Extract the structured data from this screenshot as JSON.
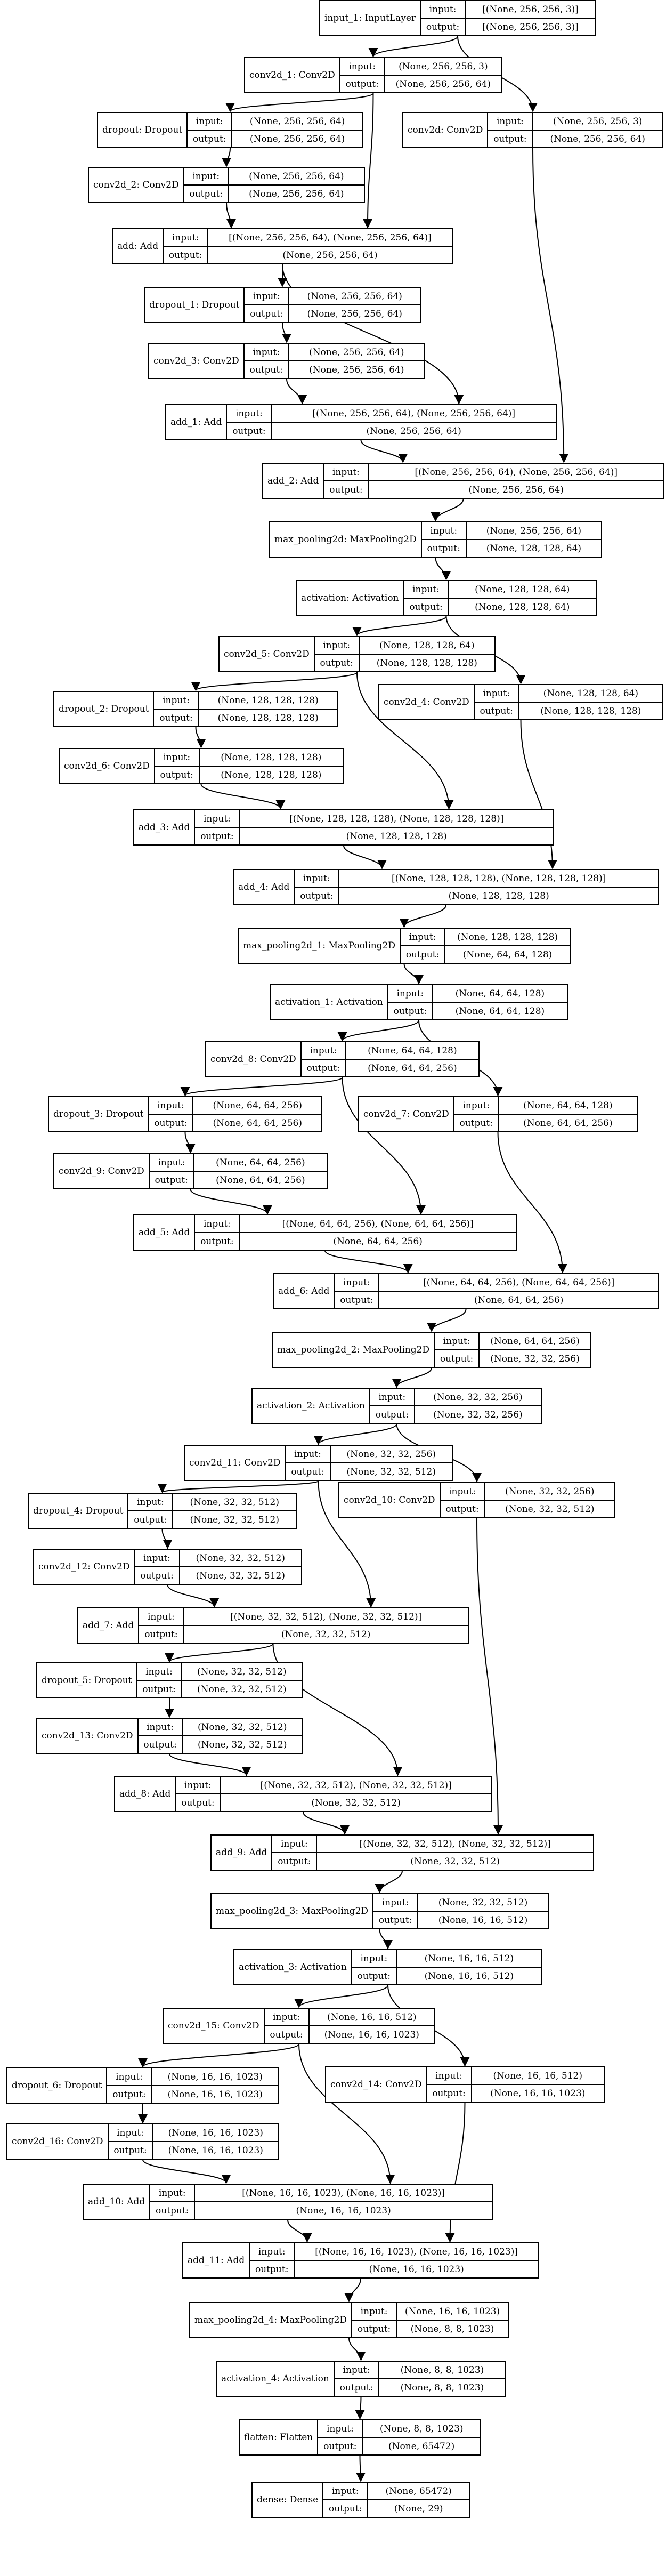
{
  "labels": {
    "input": "input:",
    "output": "output:"
  },
  "nodes": [
    {
      "id": "input_1",
      "name": "input_1: InputLayer",
      "input": "[(None, 256, 256, 3)]",
      "output": "[(None, 256, 256, 3)]"
    },
    {
      "id": "conv2d_1",
      "name": "conv2d_1: Conv2D",
      "input": "(None, 256, 256, 3)",
      "output": "(None, 256, 256, 64)"
    },
    {
      "id": "conv2d",
      "name": "conv2d: Conv2D",
      "input": "(None, 256, 256, 3)",
      "output": "(None, 256, 256, 64)"
    },
    {
      "id": "dropout",
      "name": "dropout: Dropout",
      "input": "(None, 256, 256, 64)",
      "output": "(None, 256, 256, 64)"
    },
    {
      "id": "conv2d_2",
      "name": "conv2d_2: Conv2D",
      "input": "(None, 256, 256, 64)",
      "output": "(None, 256, 256, 64)"
    },
    {
      "id": "add",
      "name": "add: Add",
      "input": "[(None, 256, 256, 64), (None, 256, 256, 64)]",
      "output": "(None, 256, 256, 64)"
    },
    {
      "id": "dropout_1",
      "name": "dropout_1: Dropout",
      "input": "(None, 256, 256, 64)",
      "output": "(None, 256, 256, 64)"
    },
    {
      "id": "conv2d_3",
      "name": "conv2d_3: Conv2D",
      "input": "(None, 256, 256, 64)",
      "output": "(None, 256, 256, 64)"
    },
    {
      "id": "add_1",
      "name": "add_1: Add",
      "input": "[(None, 256, 256, 64), (None, 256, 256, 64)]",
      "output": "(None, 256, 256, 64)"
    },
    {
      "id": "add_2",
      "name": "add_2: Add",
      "input": "[(None, 256, 256, 64), (None, 256, 256, 64)]",
      "output": "(None, 256, 256, 64)"
    },
    {
      "id": "max_pooling2d",
      "name": "max_pooling2d: MaxPooling2D",
      "input": "(None, 256, 256, 64)",
      "output": "(None, 128, 128, 64)"
    },
    {
      "id": "activation",
      "name": "activation: Activation",
      "input": "(None, 128, 128, 64)",
      "output": "(None, 128, 128, 64)"
    },
    {
      "id": "conv2d_5",
      "name": "conv2d_5: Conv2D",
      "input": "(None, 128, 128, 64)",
      "output": "(None, 128, 128, 128)"
    },
    {
      "id": "conv2d_4",
      "name": "conv2d_4: Conv2D",
      "input": "(None, 128, 128, 64)",
      "output": "(None, 128, 128, 128)"
    },
    {
      "id": "dropout_2",
      "name": "dropout_2: Dropout",
      "input": "(None, 128, 128, 128)",
      "output": "(None, 128, 128, 128)"
    },
    {
      "id": "conv2d_6",
      "name": "conv2d_6: Conv2D",
      "input": "(None, 128, 128, 128)",
      "output": "(None, 128, 128, 128)"
    },
    {
      "id": "add_3",
      "name": "add_3: Add",
      "input": "[(None, 128, 128, 128), (None, 128, 128, 128)]",
      "output": "(None, 128, 128, 128)"
    },
    {
      "id": "add_4",
      "name": "add_4: Add",
      "input": "[(None, 128, 128, 128), (None, 128, 128, 128)]",
      "output": "(None, 128, 128, 128)"
    },
    {
      "id": "max_pooling2d_1",
      "name": "max_pooling2d_1: MaxPooling2D",
      "input": "(None, 128, 128, 128)",
      "output": "(None, 64, 64, 128)"
    },
    {
      "id": "activation_1",
      "name": "activation_1: Activation",
      "input": "(None, 64, 64, 128)",
      "output": "(None, 64, 64, 128)"
    },
    {
      "id": "conv2d_8",
      "name": "conv2d_8: Conv2D",
      "input": "(None, 64, 64, 128)",
      "output": "(None, 64, 64, 256)"
    },
    {
      "id": "conv2d_7",
      "name": "conv2d_7: Conv2D",
      "input": "(None, 64, 64, 128)",
      "output": "(None, 64, 64, 256)"
    },
    {
      "id": "dropout_3",
      "name": "dropout_3: Dropout",
      "input": "(None, 64, 64, 256)",
      "output": "(None, 64, 64, 256)"
    },
    {
      "id": "conv2d_9",
      "name": "conv2d_9: Conv2D",
      "input": "(None, 64, 64, 256)",
      "output": "(None, 64, 64, 256)"
    },
    {
      "id": "add_5",
      "name": "add_5: Add",
      "input": "[(None, 64, 64, 256), (None, 64, 64, 256)]",
      "output": "(None, 64, 64, 256)"
    },
    {
      "id": "add_6",
      "name": "add_6: Add",
      "input": "[(None, 64, 64, 256), (None, 64, 64, 256)]",
      "output": "(None, 64, 64, 256)"
    },
    {
      "id": "max_pooling2d_2",
      "name": "max_pooling2d_2: MaxPooling2D",
      "input": "(None, 64, 64, 256)",
      "output": "(None, 32, 32, 256)"
    },
    {
      "id": "activation_2",
      "name": "activation_2: Activation",
      "input": "(None, 32, 32, 256)",
      "output": "(None, 32, 32, 256)"
    },
    {
      "id": "conv2d_11",
      "name": "conv2d_11: Conv2D",
      "input": "(None, 32, 32, 256)",
      "output": "(None, 32, 32, 512)"
    },
    {
      "id": "conv2d_10",
      "name": "conv2d_10: Conv2D",
      "input": "(None, 32, 32, 256)",
      "output": "(None, 32, 32, 512)"
    },
    {
      "id": "dropout_4",
      "name": "dropout_4: Dropout",
      "input": "(None, 32, 32, 512)",
      "output": "(None, 32, 32, 512)"
    },
    {
      "id": "conv2d_12",
      "name": "conv2d_12: Conv2D",
      "input": "(None, 32, 32, 512)",
      "output": "(None, 32, 32, 512)"
    },
    {
      "id": "add_7",
      "name": "add_7: Add",
      "input": "[(None, 32, 32, 512), (None, 32, 32, 512)]",
      "output": "(None, 32, 32, 512)"
    },
    {
      "id": "dropout_5",
      "name": "dropout_5: Dropout",
      "input": "(None, 32, 32, 512)",
      "output": "(None, 32, 32, 512)"
    },
    {
      "id": "conv2d_13",
      "name": "conv2d_13: Conv2D",
      "input": "(None, 32, 32, 512)",
      "output": "(None, 32, 32, 512)"
    },
    {
      "id": "add_8",
      "name": "add_8: Add",
      "input": "[(None, 32, 32, 512), (None, 32, 32, 512)]",
      "output": "(None, 32, 32, 512)"
    },
    {
      "id": "add_9",
      "name": "add_9: Add",
      "input": "[(None, 32, 32, 512), (None, 32, 32, 512)]",
      "output": "(None, 32, 32, 512)"
    },
    {
      "id": "max_pooling2d_3",
      "name": "max_pooling2d_3: MaxPooling2D",
      "input": "(None, 32, 32, 512)",
      "output": "(None, 16, 16, 512)"
    },
    {
      "id": "activation_3",
      "name": "activation_3: Activation",
      "input": "(None, 16, 16, 512)",
      "output": "(None, 16, 16, 512)"
    },
    {
      "id": "conv2d_15",
      "name": "conv2d_15: Conv2D",
      "input": "(None, 16, 16, 512)",
      "output": "(None, 16, 16, 1023)"
    },
    {
      "id": "conv2d_14",
      "name": "conv2d_14: Conv2D",
      "input": "(None, 16, 16, 512)",
      "output": "(None, 16, 16, 1023)"
    },
    {
      "id": "dropout_6",
      "name": "dropout_6: Dropout",
      "input": "(None, 16, 16, 1023)",
      "output": "(None, 16, 16, 1023)"
    },
    {
      "id": "conv2d_16",
      "name": "conv2d_16: Conv2D",
      "input": "(None, 16, 16, 1023)",
      "output": "(None, 16, 16, 1023)"
    },
    {
      "id": "add_10",
      "name": "add_10: Add",
      "input": "[(None, 16, 16, 1023), (None, 16, 16, 1023)]",
      "output": "(None, 16, 16, 1023)"
    },
    {
      "id": "add_11",
      "name": "add_11: Add",
      "input": "[(None, 16, 16, 1023), (None, 16, 16, 1023)]",
      "output": "(None, 16, 16, 1023)"
    },
    {
      "id": "max_pooling2d_4",
      "name": "max_pooling2d_4: MaxPooling2D",
      "input": "(None, 16, 16, 1023)",
      "output": "(None, 8, 8, 1023)"
    },
    {
      "id": "activation_4",
      "name": "activation_4: Activation",
      "input": "(None, 8, 8, 1023)",
      "output": "(None, 8, 8, 1023)"
    },
    {
      "id": "flatten",
      "name": "flatten: Flatten",
      "input": "(None, 8, 8, 1023)",
      "output": "(None, 65472)"
    },
    {
      "id": "dense",
      "name": "dense: Dense",
      "input": "(None, 65472)",
      "output": "(None, 29)"
    }
  ],
  "edges": [
    [
      "input_1",
      "conv2d_1"
    ],
    [
      "input_1",
      "conv2d"
    ],
    [
      "conv2d_1",
      "dropout"
    ],
    [
      "dropout",
      "conv2d_2"
    ],
    [
      "conv2d_2",
      "add"
    ],
    [
      "conv2d_1",
      "add"
    ],
    [
      "add",
      "dropout_1"
    ],
    [
      "dropout_1",
      "conv2d_3"
    ],
    [
      "conv2d_3",
      "add_1"
    ],
    [
      "add",
      "add_1"
    ],
    [
      "add_1",
      "add_2"
    ],
    [
      "conv2d",
      "add_2"
    ],
    [
      "add_2",
      "max_pooling2d"
    ],
    [
      "max_pooling2d",
      "activation"
    ],
    [
      "activation",
      "conv2d_5"
    ],
    [
      "activation",
      "conv2d_4"
    ],
    [
      "conv2d_5",
      "dropout_2"
    ],
    [
      "dropout_2",
      "conv2d_6"
    ],
    [
      "conv2d_6",
      "add_3"
    ],
    [
      "conv2d_5",
      "add_3"
    ],
    [
      "add_3",
      "add_4"
    ],
    [
      "conv2d_4",
      "add_4"
    ],
    [
      "add_4",
      "max_pooling2d_1"
    ],
    [
      "max_pooling2d_1",
      "activation_1"
    ],
    [
      "activation_1",
      "conv2d_8"
    ],
    [
      "activation_1",
      "conv2d_7"
    ],
    [
      "conv2d_8",
      "dropout_3"
    ],
    [
      "dropout_3",
      "conv2d_9"
    ],
    [
      "conv2d_9",
      "add_5"
    ],
    [
      "conv2d_8",
      "add_5"
    ],
    [
      "add_5",
      "add_6"
    ],
    [
      "conv2d_7",
      "add_6"
    ],
    [
      "add_6",
      "max_pooling2d_2"
    ],
    [
      "max_pooling2d_2",
      "activation_2"
    ],
    [
      "activation_2",
      "conv2d_11"
    ],
    [
      "activation_2",
      "conv2d_10"
    ],
    [
      "conv2d_11",
      "dropout_4"
    ],
    [
      "dropout_4",
      "conv2d_12"
    ],
    [
      "conv2d_12",
      "add_7"
    ],
    [
      "conv2d_11",
      "add_7"
    ],
    [
      "add_7",
      "dropout_5"
    ],
    [
      "dropout_5",
      "conv2d_13"
    ],
    [
      "conv2d_13",
      "add_8"
    ],
    [
      "add_7",
      "add_8"
    ],
    [
      "add_8",
      "add_9"
    ],
    [
      "conv2d_10",
      "add_9"
    ],
    [
      "add_9",
      "max_pooling2d_3"
    ],
    [
      "max_pooling2d_3",
      "activation_3"
    ],
    [
      "activation_3",
      "conv2d_15"
    ],
    [
      "activation_3",
      "conv2d_14"
    ],
    [
      "conv2d_15",
      "dropout_6"
    ],
    [
      "dropout_6",
      "conv2d_16"
    ],
    [
      "conv2d_16",
      "add_10"
    ],
    [
      "conv2d_15",
      "add_10"
    ],
    [
      "add_10",
      "add_11"
    ],
    [
      "conv2d_14",
      "add_11"
    ],
    [
      "add_11",
      "max_pooling2d_4"
    ],
    [
      "max_pooling2d_4",
      "activation_4"
    ],
    [
      "activation_4",
      "flatten"
    ],
    [
      "flatten",
      "dense"
    ]
  ]
}
